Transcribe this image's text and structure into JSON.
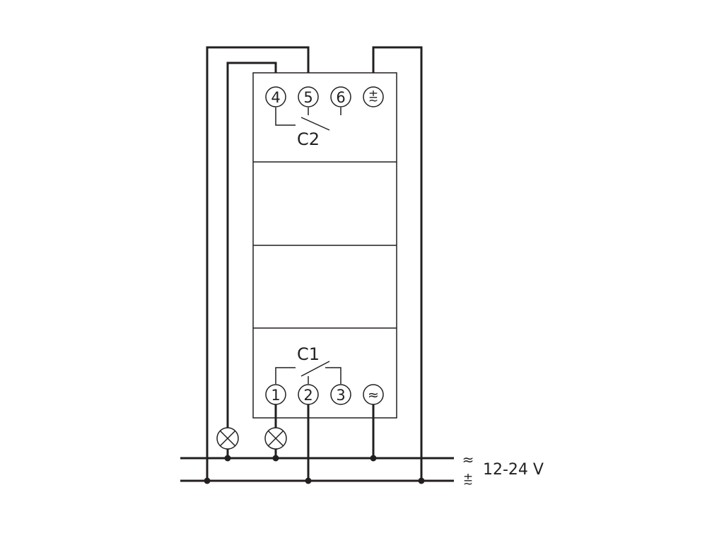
{
  "relay": {
    "contact_c2_label": "C2",
    "contact_c1_label": "C1",
    "terminals_top": [
      "4",
      "5",
      "6",
      "±\n~"
    ],
    "terminals_bottom": [
      "1",
      "2",
      "3",
      "≈"
    ]
  },
  "supply": {
    "line_ac_symbol": "≈",
    "line_dc_symbol": "±\n~",
    "voltage_label": "12-24 V"
  }
}
